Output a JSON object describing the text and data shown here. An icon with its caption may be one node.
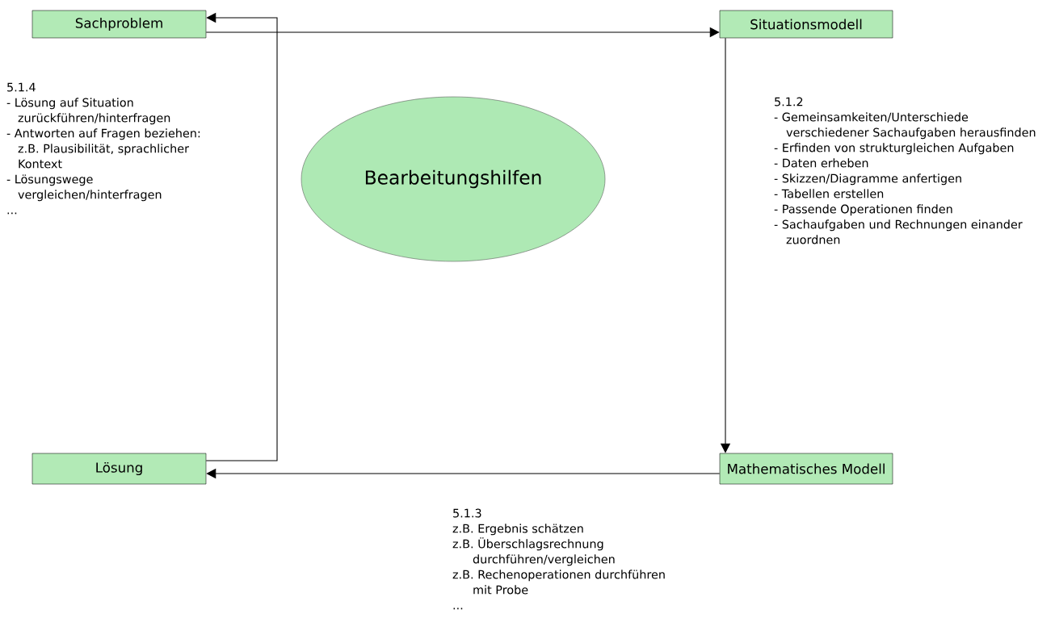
{
  "diagram": {
    "nodes": [
      {
        "text": [
          "Sachproblem"
        ]
      },
      {
        "text": [
          "Situationsmodell"
        ]
      },
      {
        "text": [
          "Bearbeitungshilfen"
        ]
      },
      {
        "text": [
          "Lösung"
        ]
      },
      {
        "text": [
          "Mathematisches Modell"
        ]
      }
    ],
    "edges": [
      {
        "from": 0,
        "to": 1,
        "arrow": "to"
      },
      {
        "from": 1,
        "to": 4,
        "arrow": "to"
      },
      {
        "from": 4,
        "to": 3,
        "arrow": "to"
      },
      {
        "from": 3,
        "to": 0,
        "arrow": "to"
      }
    ],
    "labels": [
      "5.1.4",
      "- Lösung auf Situation zurückführen/hinterfragen",
      "- Antworten auf Fragen beziehen: z.B. Plausibilität, sprachlicher Kontext",
      "- Lösungswege vergleichen/hinterfragen",
      "...",
      "5.1.2",
      "- Gemeinsamkeiten/Unterschiede verschiedener Sachaufgaben herausfinden",
      "- Erfinden von strukturgleichen Aufgaben",
      "- Daten erheben",
      "- Skizzen/Diagramme anfertigen",
      "- Tabellen erstellen",
      "- Passende Operationen finden",
      "- Sachaufgaben und Rechnungen einander zuordnen",
      "5.1.3",
      "z.B. Ergebnis schätzen",
      "z.B. Überschlagsrechnung durchführen/vergleichen",
      "z.B. Rechenoperationen durchführen mit Probe",
      "..."
    ]
  }
}
